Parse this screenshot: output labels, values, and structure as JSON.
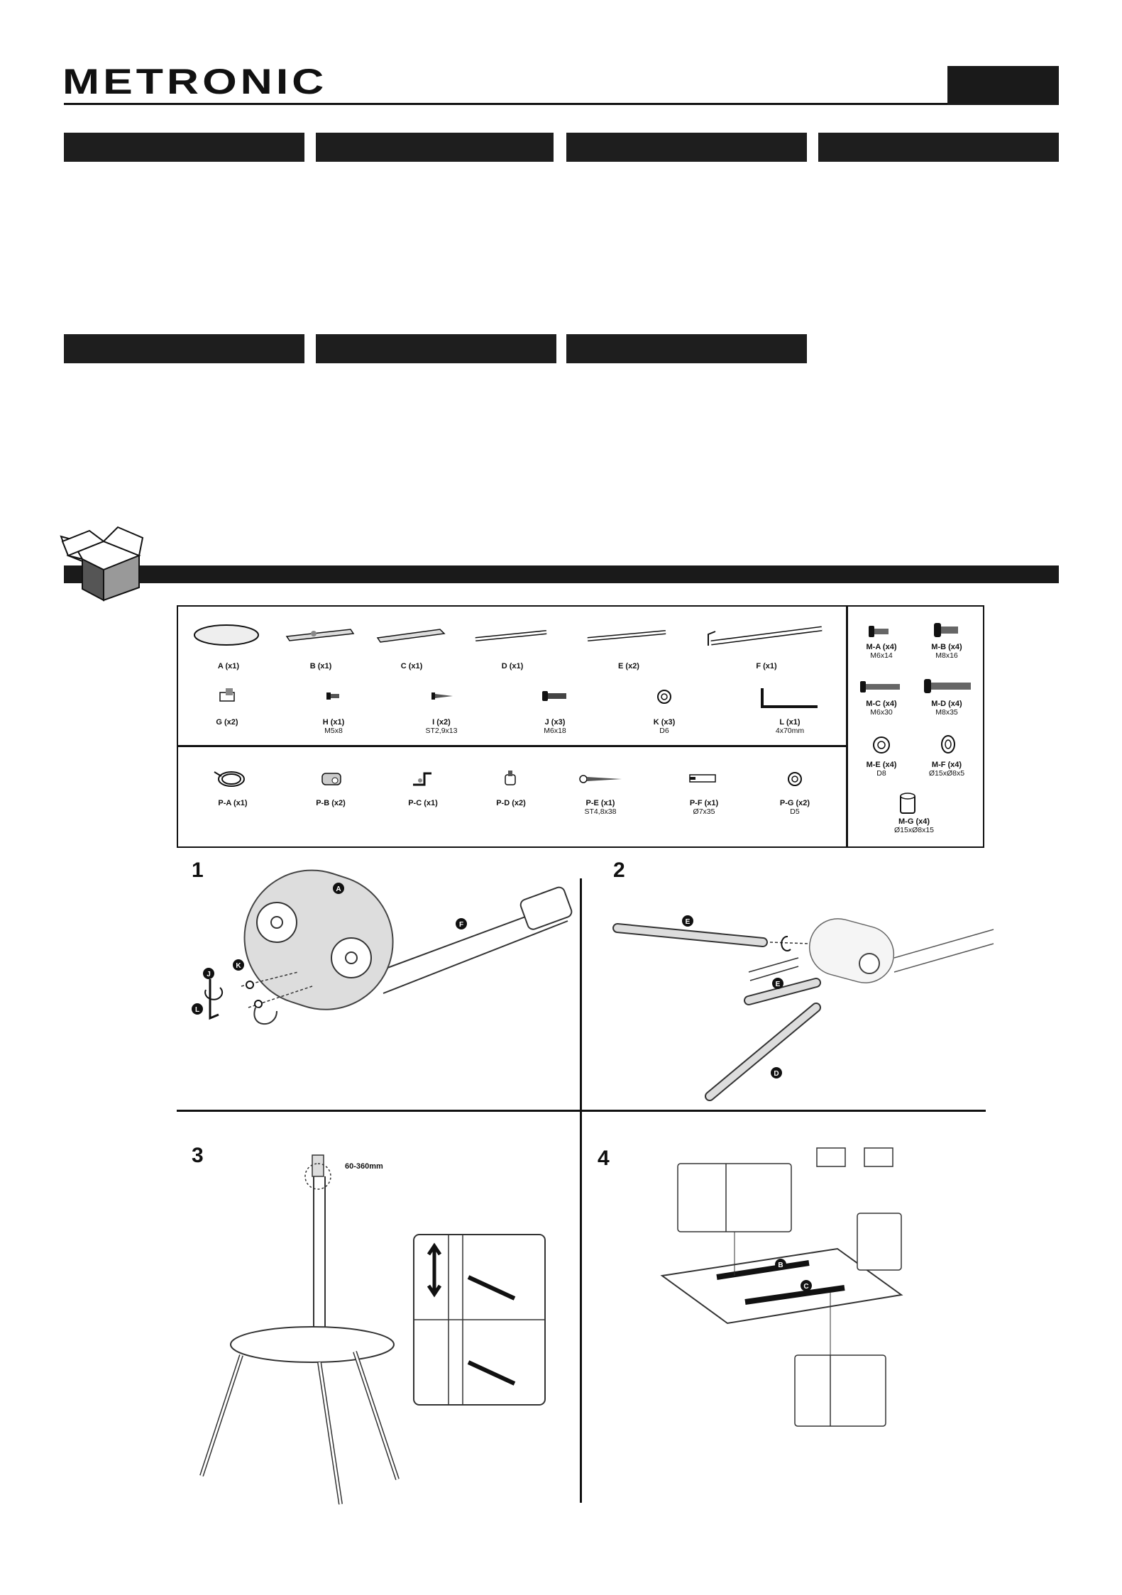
{
  "brand": "METRONIC",
  "parts_top": [
    {
      "label": "A (x1)",
      "sub": ""
    },
    {
      "label": "B (x1)",
      "sub": ""
    },
    {
      "label": "C (x1)",
      "sub": ""
    },
    {
      "label": "D (x1)",
      "sub": ""
    },
    {
      "label": "E (x2)",
      "sub": ""
    },
    {
      "label": "F (x1)",
      "sub": ""
    }
  ],
  "parts_mid": [
    {
      "label": "G (x2)",
      "sub": ""
    },
    {
      "label": "H (x1)",
      "sub": "M5x8"
    },
    {
      "label": "I (x2)",
      "sub": "ST2,9x13"
    },
    {
      "label": "J (x3)",
      "sub": "M6x18"
    },
    {
      "label": "K (x3)",
      "sub": "D6"
    },
    {
      "label": "L (x1)",
      "sub": "4x70mm"
    }
  ],
  "parts_bottom": [
    {
      "label": "P-A (x1)",
      "sub": ""
    },
    {
      "label": "P-B (x2)",
      "sub": ""
    },
    {
      "label": "P-C (x1)",
      "sub": ""
    },
    {
      "label": "P-D (x2)",
      "sub": ""
    },
    {
      "label": "P-E (x1)",
      "sub": "ST4,8x38"
    },
    {
      "label": "P-F (x1)",
      "sub": "Ø7x35"
    },
    {
      "label": "P-G (x2)",
      "sub": "D5"
    }
  ],
  "parts_side": [
    {
      "label": "M-A (x4)",
      "sub": "M6x14"
    },
    {
      "label": "M-B (x4)",
      "sub": "M8x16"
    },
    {
      "label": "M-C (x4)",
      "sub": "M6x30"
    },
    {
      "label": "M-D (x4)",
      "sub": "M8x35"
    },
    {
      "label": "M-E (x4)",
      "sub": "D8"
    },
    {
      "label": "M-F (x4)",
      "sub": "Ø15xØ8x5"
    },
    {
      "label": "M-G (x4)",
      "sub": "Ø15xØ8x15"
    }
  ],
  "steps": [
    {
      "number": "1",
      "callouts": [
        "A",
        "F",
        "J",
        "K",
        "L"
      ]
    },
    {
      "number": "2",
      "callouts": [
        "E",
        "E",
        "D"
      ]
    },
    {
      "number": "3",
      "height_range": "60-360mm"
    },
    {
      "number": "4",
      "callouts": [
        "B",
        "C"
      ]
    }
  ]
}
